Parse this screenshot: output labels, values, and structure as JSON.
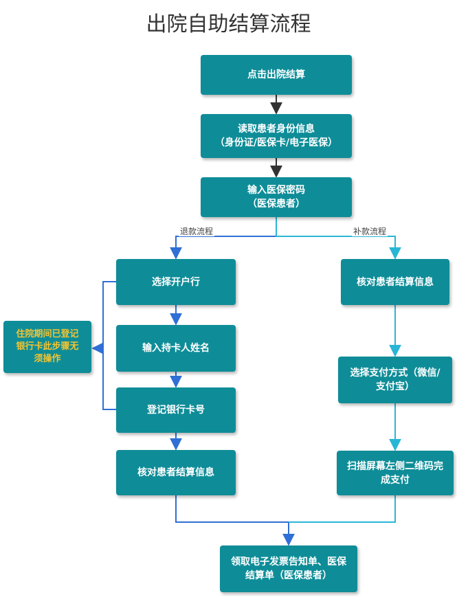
{
  "title": "出院自助结算流程",
  "colors": {
    "box_fill": "#0e8d98",
    "box_text": "#ffffff",
    "note_text": "#f4c430",
    "arrow_dark": "#333333",
    "arrow_blue": "#2f6fd6",
    "arrow_cyan": "#29b6d6"
  },
  "nodes": {
    "start": {
      "text": "点击出院结算"
    },
    "read_info": {
      "line1": "读取患者身份信息",
      "line2": "（身份证/医保卡/电子医保）"
    },
    "input_pwd": {
      "line1": "输入医保密码",
      "line2": "（医保患者）"
    },
    "select_bank": {
      "text": "选择开户行"
    },
    "input_name": {
      "text": "输入持卡人姓名"
    },
    "register_card": {
      "text": "登记银行卡号"
    },
    "verify_left": {
      "text": "核对患者结算信息"
    },
    "verify_right": {
      "text": "核对患者结算信息"
    },
    "select_pay": {
      "line1": "选择支付方式（微信/",
      "line2": "支付宝）"
    },
    "scan_pay": {
      "line1": "扫描屏幕左侧二维码完",
      "line2": "成支付"
    },
    "final": {
      "line1": "领取电子发票告知单、医保",
      "line2": "结算单（医保患者）"
    }
  },
  "note": {
    "line1": "住院期间已登记",
    "line2": "银行卡此步骤无",
    "line3": "须操作"
  },
  "edge_labels": {
    "refund": "退款流程",
    "supplement": "补款流程"
  }
}
